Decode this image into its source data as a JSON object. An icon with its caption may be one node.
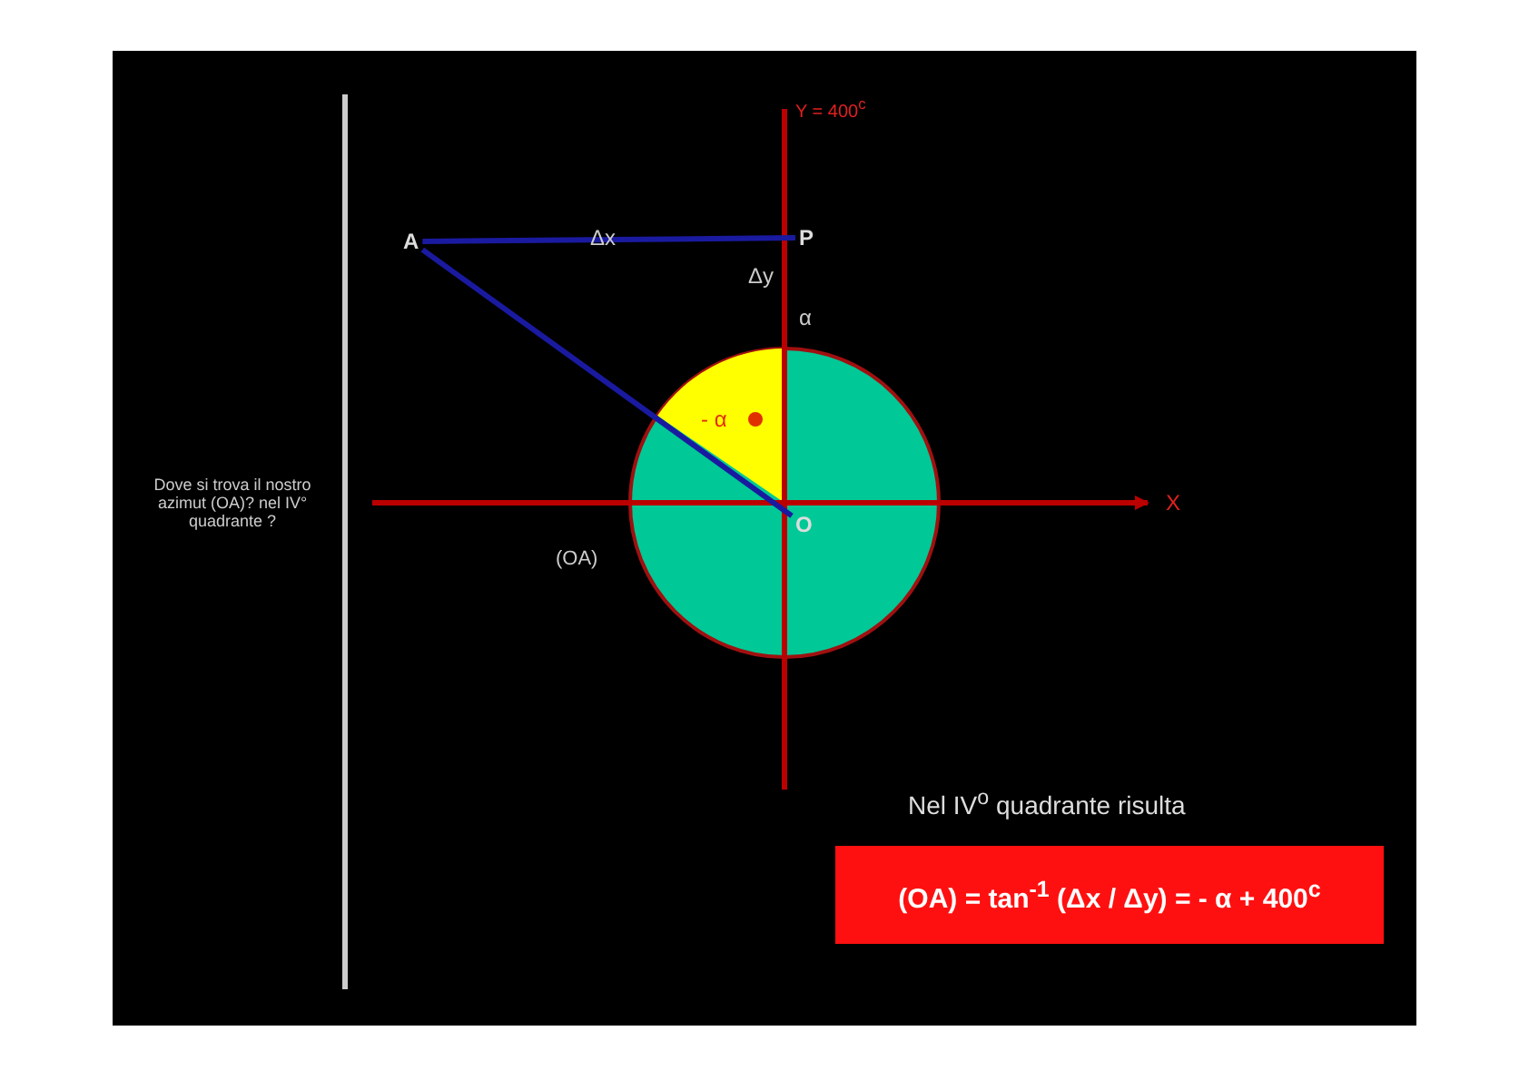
{
  "diagram": {
    "nodes": [
      {
        "text": [
          "A"
        ]
      },
      {
        "text": [
          "P"
        ]
      },
      {
        "text": [
          "O"
        ]
      },
      {
        "text": [
          "(OA) = tan$^{-1}$ (Δx / Δy) = - α + 400$^{c}$"
        ]
      }
    ],
    "edges": [
      {
        "from": 0,
        "to": 1,
        "arrow": "none"
      },
      {
        "from": 0,
        "to": 2,
        "arrow": "none"
      }
    ],
    "labels": [
      "Dove si trova il nostro azimut (OA)? nel IV° quadrante ?",
      "Y = 400$^{c}$",
      "Δx",
      "Δy",
      "α",
      "- α",
      "X",
      "(OA)",
      "Nel IV$^{o}$ quadrante risulta"
    ]
  }
}
